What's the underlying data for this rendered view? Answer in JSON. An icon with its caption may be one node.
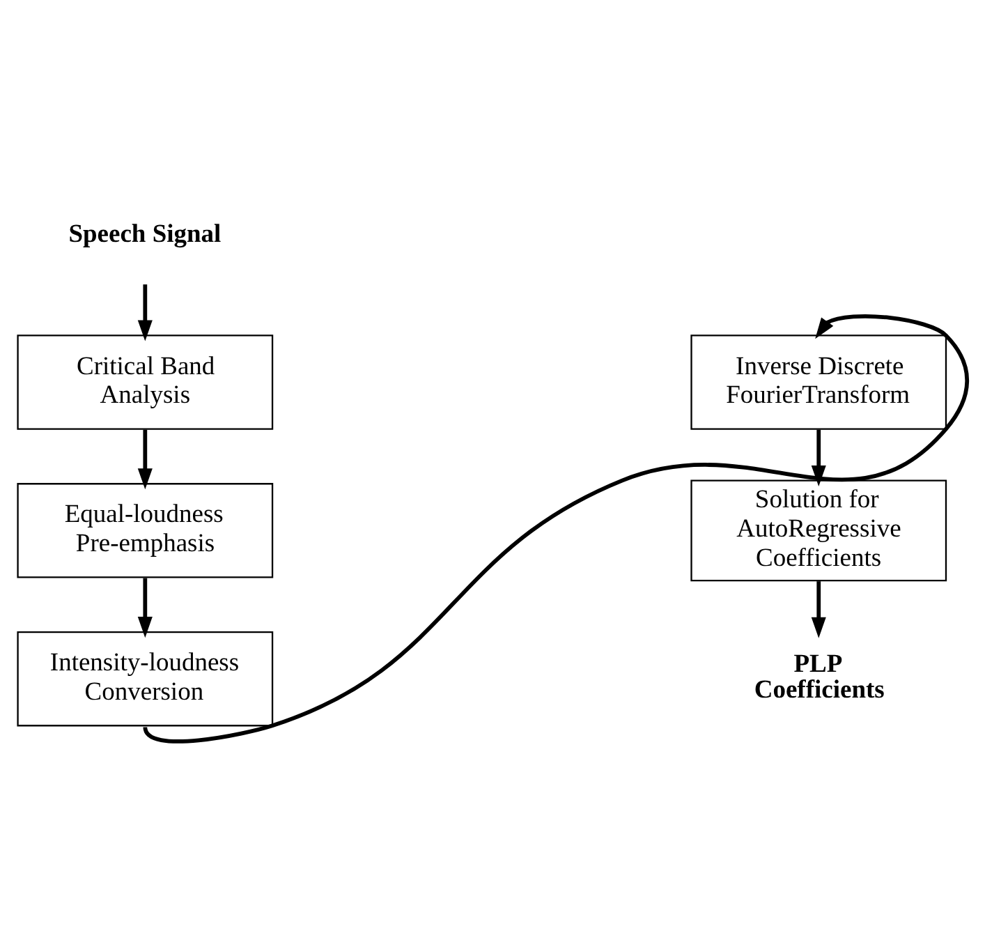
{
  "diagram": {
    "nodes": [
      {
        "text": [
          "Speech Signal"
        ]
      },
      {
        "text": [
          "Critical Band Analysis"
        ]
      },
      {
        "text": [
          "Equal-loudness Pre-emphasis"
        ]
      },
      {
        "text": [
          "Intensity-loudness Conversion"
        ]
      },
      {
        "text": [
          "Inverse Discrete FourierTransform"
        ]
      },
      {
        "text": [
          "Solution for AutoRegressive Coefficients"
        ]
      },
      {
        "text": [
          "PLP Coefficients"
        ]
      }
    ],
    "edges": [
      {
        "from": 0,
        "to": 1,
        "arrow": "to"
      },
      {
        "from": 1,
        "to": 2,
        "arrow": "to"
      },
      {
        "from": 2,
        "to": 3,
        "arrow": "to"
      },
      {
        "from": 3,
        "to": 4,
        "arrow": "to"
      },
      {
        "from": 4,
        "to": 5,
        "arrow": "to"
      },
      {
        "from": 5,
        "to": 6,
        "arrow": "to"
      }
    ]
  }
}
